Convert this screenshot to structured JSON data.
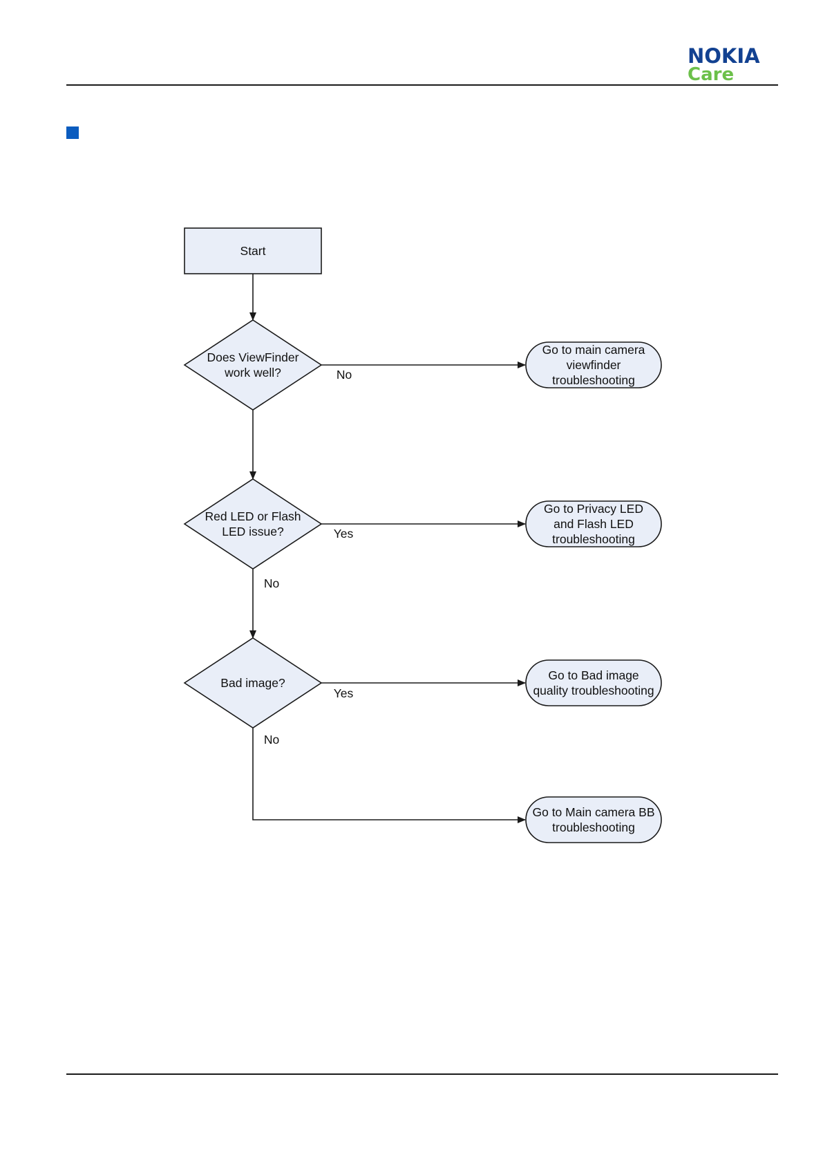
{
  "header": {
    "logo_brand": "NOKIA",
    "logo_sub": "Care",
    "brand_color": "#124191",
    "sub_color": "#6cc04a",
    "bullet_color": "#0b5cbf"
  },
  "flowchart": {
    "nodes": [
      {
        "id": "start",
        "shape": "rectangle",
        "lines": [
          "Start"
        ]
      },
      {
        "id": "q-viewfinder",
        "shape": "diamond",
        "lines": [
          "Does ViewFinder",
          "work well?"
        ]
      },
      {
        "id": "q-led",
        "shape": "diamond",
        "lines": [
          "Red LED or Flash",
          "LED issue?"
        ]
      },
      {
        "id": "q-bad-image",
        "shape": "diamond",
        "lines": [
          "Bad image?"
        ]
      },
      {
        "id": "go-viewfinder",
        "shape": "terminal",
        "lines": [
          "Go to main camera",
          "viewfinder",
          "troubleshooting"
        ]
      },
      {
        "id": "go-led",
        "shape": "terminal",
        "lines": [
          "Go to Privacy LED",
          "and Flash LED",
          "troubleshooting"
        ]
      },
      {
        "id": "go-bad-image",
        "shape": "terminal",
        "lines": [
          "Go to Bad image",
          "quality troubleshooting"
        ]
      },
      {
        "id": "go-bb",
        "shape": "terminal",
        "lines": [
          "Go to Main camera BB",
          "troubleshooting"
        ]
      }
    ],
    "edges": [
      {
        "id": "e1",
        "from": "start",
        "to": "q-viewfinder",
        "label": ""
      },
      {
        "id": "e2",
        "from": "q-viewfinder",
        "to": "go-viewfinder",
        "label": "No"
      },
      {
        "id": "e3",
        "from": "q-viewfinder",
        "to": "q-led",
        "label": ""
      },
      {
        "id": "e4",
        "from": "q-led",
        "to": "go-led",
        "label": "Yes"
      },
      {
        "id": "e5",
        "from": "q-led",
        "to": "q-bad-image",
        "label": "No"
      },
      {
        "id": "e6",
        "from": "q-bad-image",
        "to": "go-bad-image",
        "label": "Yes"
      },
      {
        "id": "e7",
        "from": "q-bad-image",
        "to": "go-bb",
        "label": "No"
      }
    ]
  }
}
